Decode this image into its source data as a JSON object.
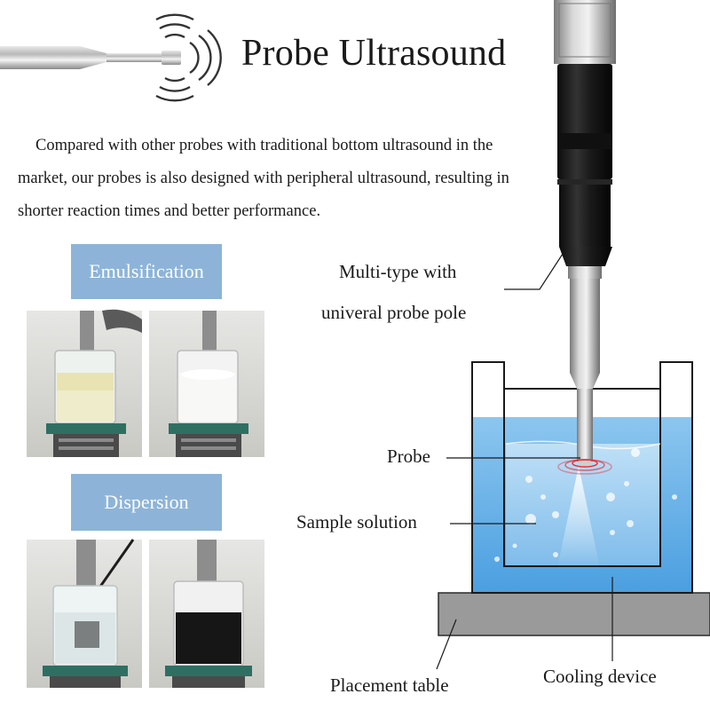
{
  "header": {
    "title": "Probe Ultrasound"
  },
  "description": "Compared with other probes with traditional bottom ultrasound in the market, our probes is also designed with peripheral ultrasound, resulting in shorter reaction times and better performance.",
  "applications": {
    "emulsification_label": "Emulsification",
    "dispersion_label": "Dispersion"
  },
  "callouts": {
    "multitype_line1": "Multi-type with",
    "multitype_line2": "univeral probe pole",
    "probe": "Probe",
    "sample_solution": "Sample solution",
    "placement_table": "Placement table",
    "cooling_device": "Cooling device"
  },
  "colors": {
    "tag_bg": "#8db4d8",
    "water": "#6fb2e6",
    "water_dark": "#4a9ad8",
    "table": "#9a9a9a",
    "bath_outline": "#1a1a1a",
    "probe_black": "#1c1c1c",
    "probe_steel": "#a8a8a8",
    "ring": "#e8303a"
  }
}
